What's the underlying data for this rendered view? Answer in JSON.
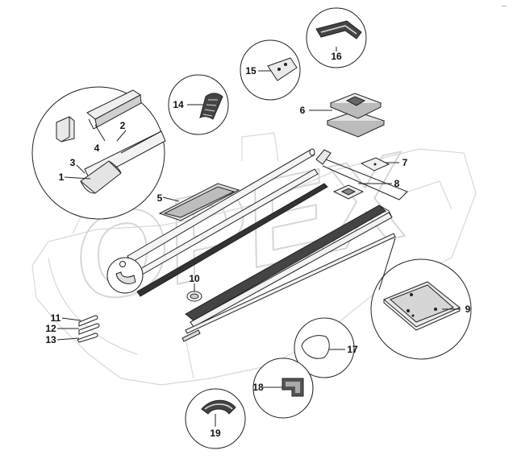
{
  "corner_mark": "--",
  "watermark": "OPEX",
  "callouts": {
    "c1": "1",
    "c2": "2",
    "c3": "3",
    "c4": "4",
    "c5": "5",
    "c6": "6",
    "c7": "7",
    "c8": "8",
    "c9": "9",
    "c10": "10",
    "c11": "11",
    "c12": "12",
    "c13": "13",
    "c14": "14",
    "c15": "15",
    "c16": "16",
    "c17": "17",
    "c18": "18",
    "c19": "19"
  },
  "colors": {
    "line": "#222222",
    "watermark": "#d6d6d6",
    "part_fill": "#f2f2f2",
    "part_dark": "#555555"
  }
}
